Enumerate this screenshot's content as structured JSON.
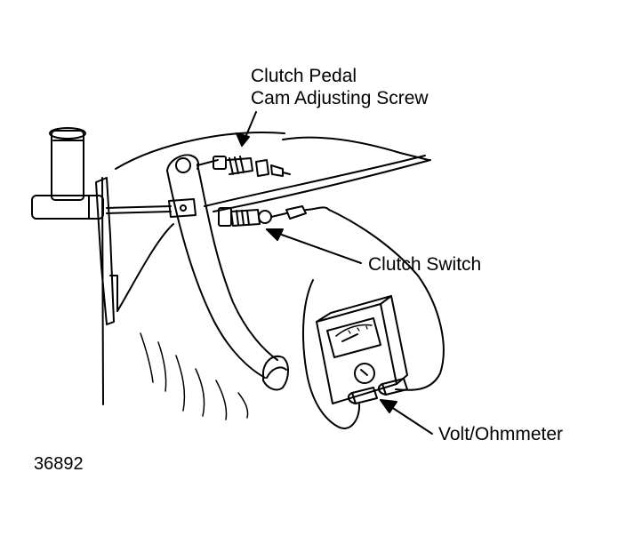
{
  "labels": {
    "cam_line1": "Clutch Pedal",
    "cam_line2": "Cam Adjusting Screw",
    "switch": "Clutch Switch",
    "meter": "Volt/Ohmmeter"
  },
  "figure_number": "36892",
  "colors": {
    "ink": "#000000",
    "paper": "#ffffff"
  }
}
